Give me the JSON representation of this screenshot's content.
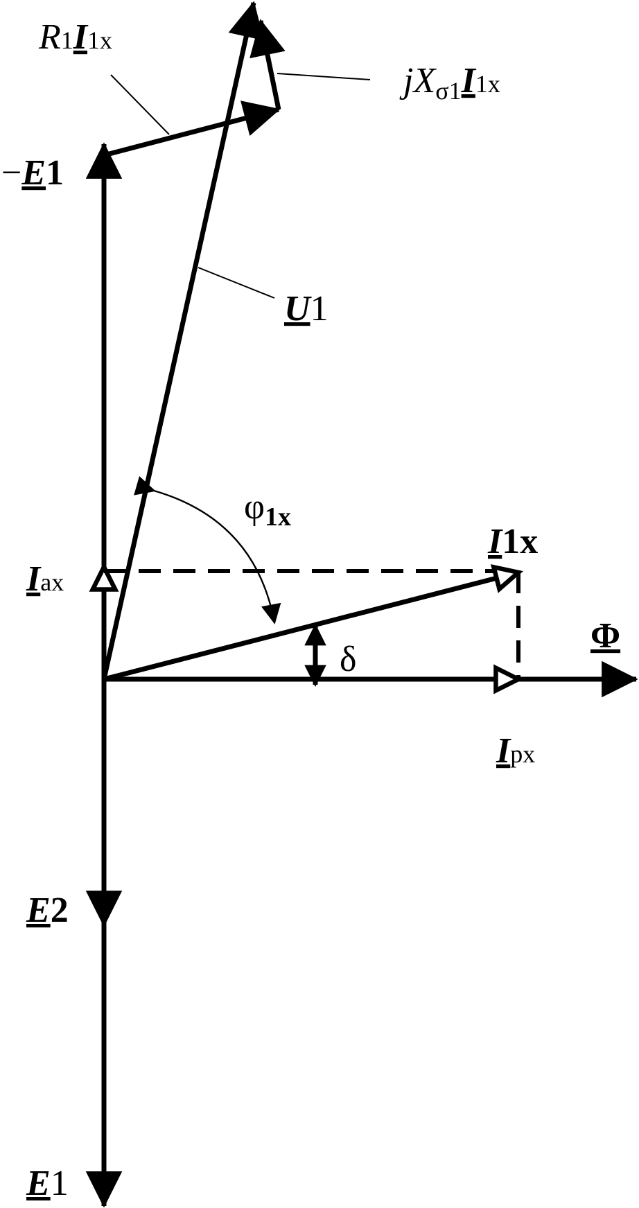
{
  "colors": {
    "ink": "#000000",
    "background": "#ffffff"
  },
  "labels": {
    "r1_main": "R",
    "r1_sub": "1",
    "r1_current": "I",
    "r1_current_sub": "1x",
    "jx_j": "j",
    "jx_x": "X",
    "jx_sub": "σ1",
    "jx_current": "I",
    "jx_current_sub": "1x",
    "neg_e1_minus": "−",
    "neg_e1": "E",
    "neg_e1_sub": "1",
    "u1": "U",
    "u1_sub": "1",
    "phi_angle": "φ",
    "phi_angle_sub": "1x",
    "i1x": "I",
    "i1x_sub": "1x",
    "iax": "I",
    "iax_sub": "ax",
    "flux": "Φ",
    "delta": "δ",
    "ipx": "I",
    "ipx_sub": "px",
    "e2": "E",
    "e2_sub": "2",
    "e1": "E",
    "e1_sub": "1"
  }
}
